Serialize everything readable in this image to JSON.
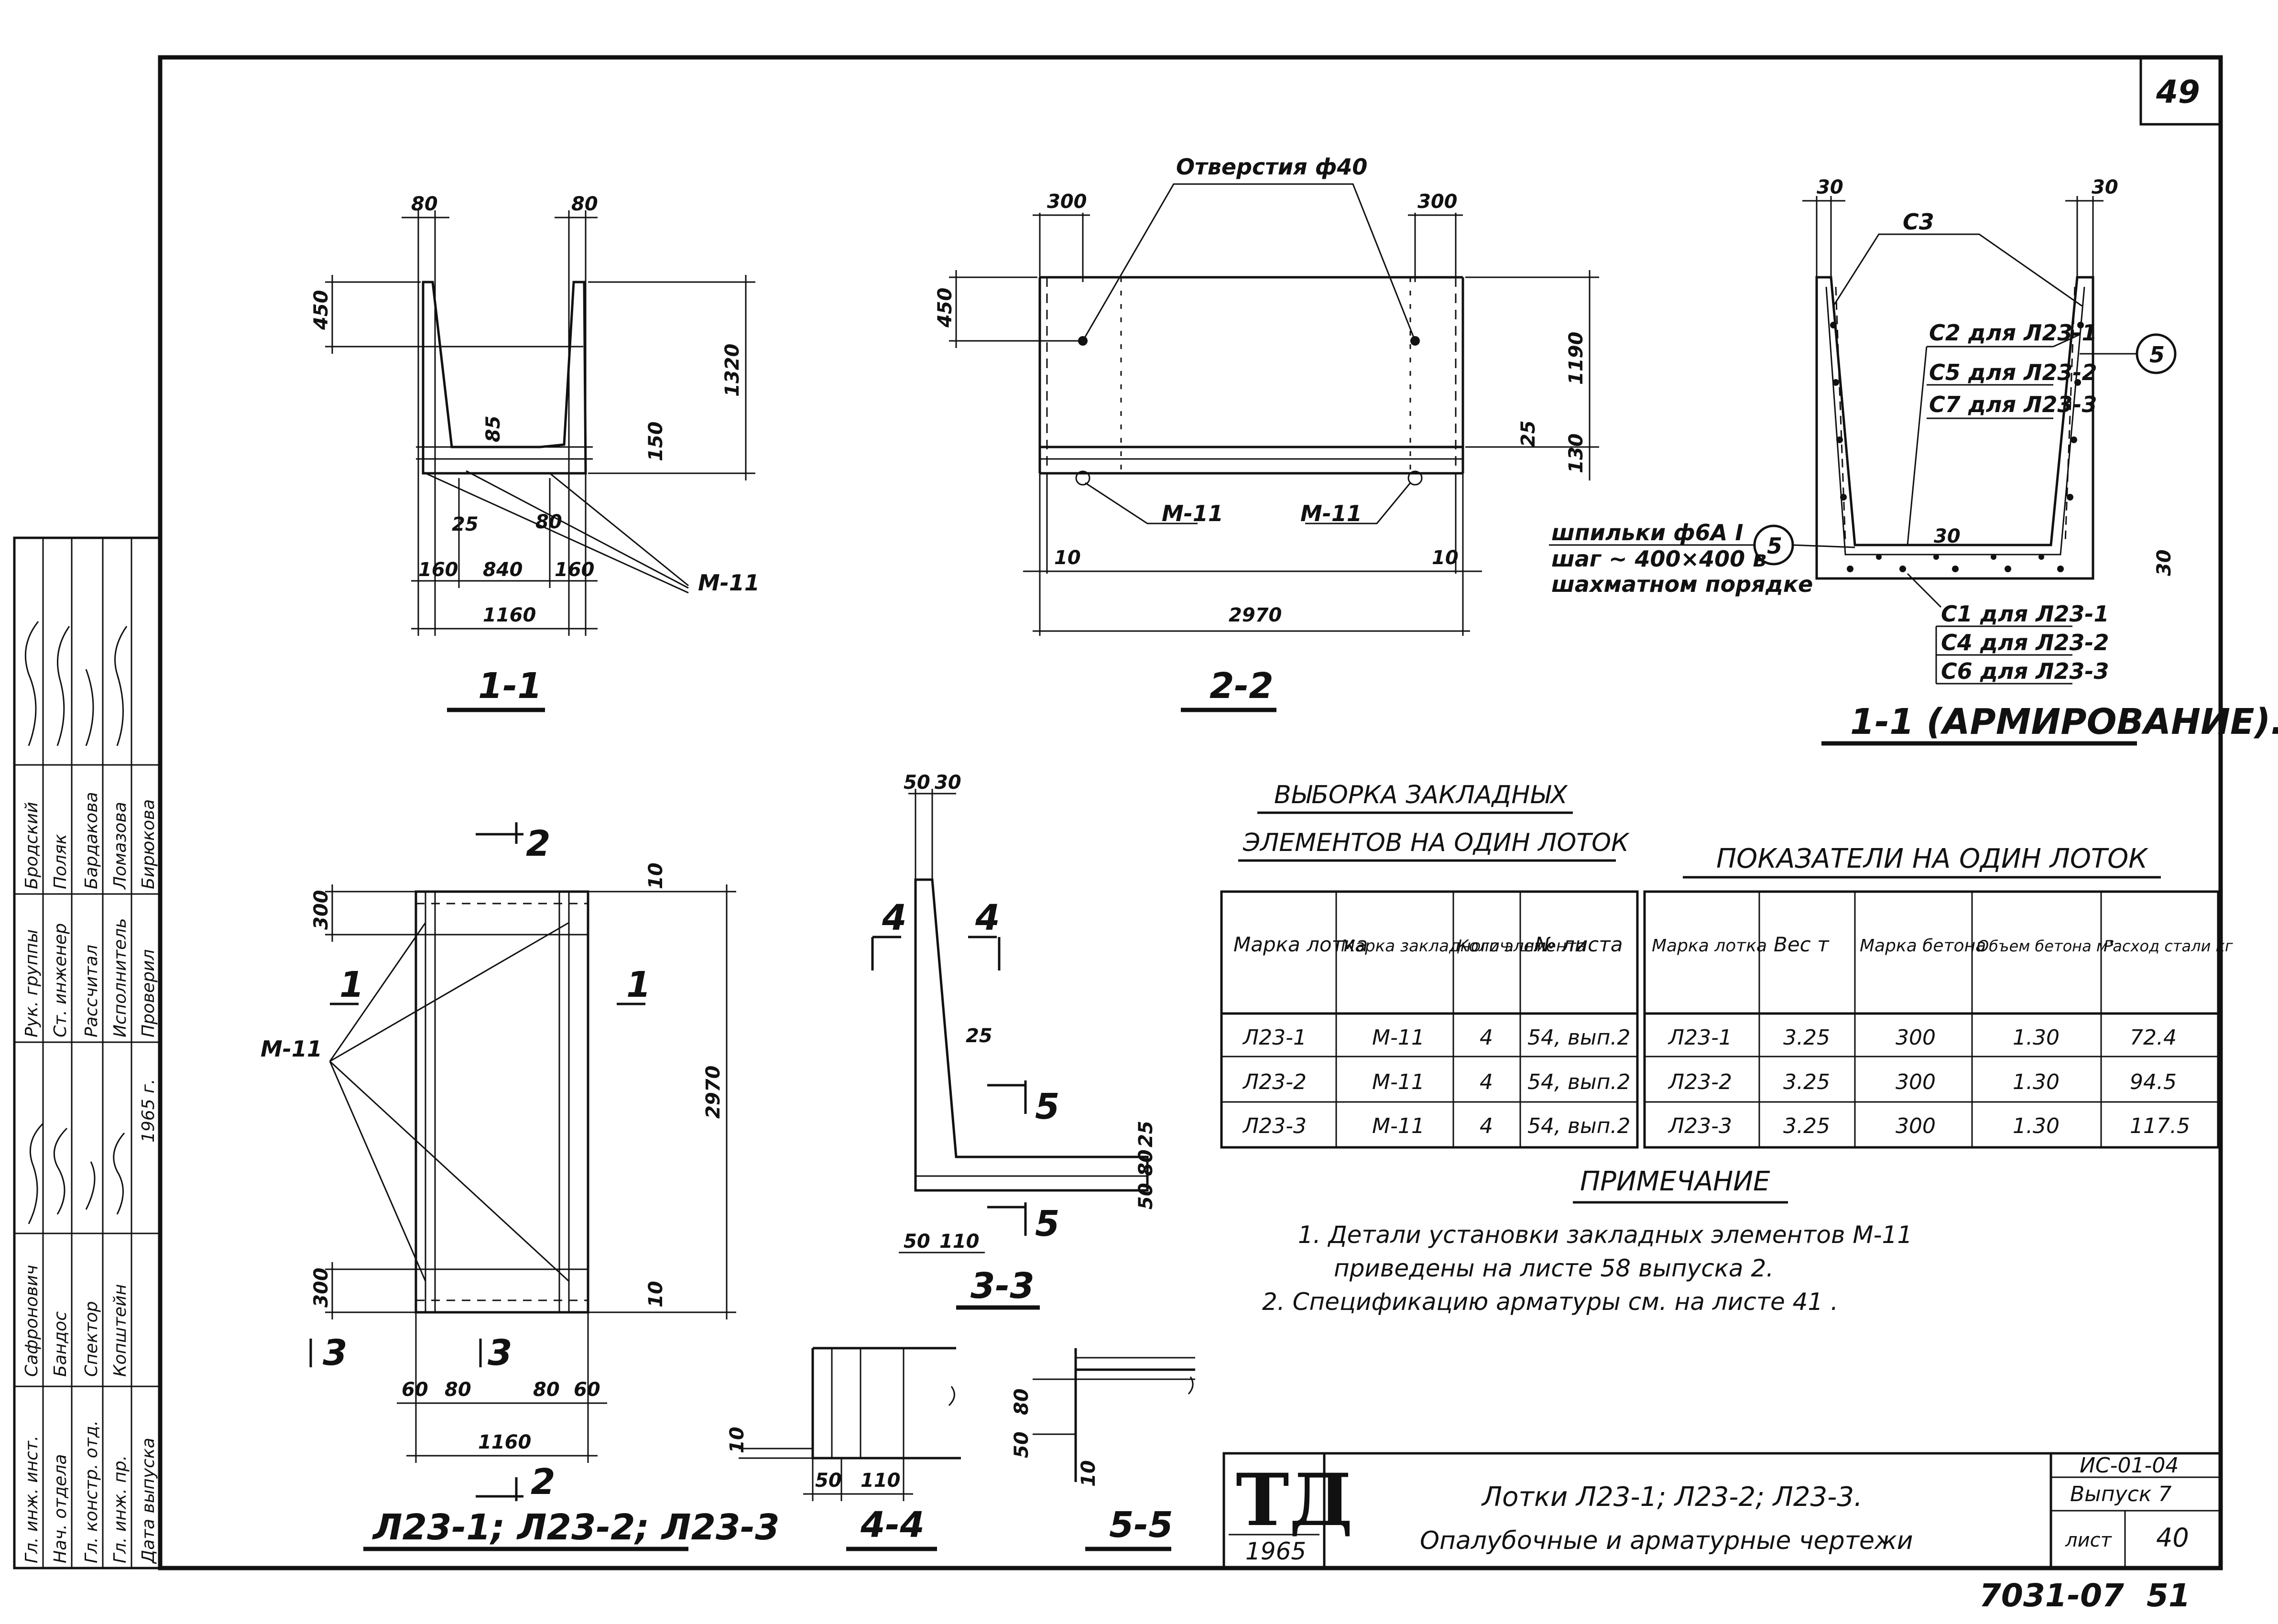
{
  "sheet": {
    "page_no": "49",
    "footer_code": "7031-07",
    "footer_page": "51"
  },
  "views": {
    "sec_1_1": "1-1",
    "sec_2_2": "2-2",
    "sec_1_1_arm": "1-1 (АРМИРОВАНИЕ).",
    "plan": "Л23-1; Л23-2; Л23-3",
    "sec_3_3": "3-3",
    "sec_4_4": "4-4",
    "sec_5_5": "5-5"
  },
  "labels": {
    "holes": "Отверстия ф40",
    "m11": "М-11",
    "c3": "С3",
    "c2": "С2 для Л23-1",
    "c5": "С5 для Л23-2",
    "c7": "С7 для Л23-3",
    "c1": "С1 для Л23-1",
    "c4": "С4 для Л23-2",
    "c6": "С6 для Л23-3",
    "pos5": "5",
    "studs1": "шпильки ф6А I",
    "studs2": "шаг ~ 400×400 в",
    "studs3": "шахматном порядке",
    "cut_2": "2",
    "cut_1": "1",
    "cut_3": "3",
    "cut_4": "4",
    "cut_5": "5"
  },
  "dims": {
    "s11_top_left": "80",
    "s11_top_right": "80",
    "s11_450": "450",
    "s11_1320": "1320",
    "s11_85": "85",
    "s11_150": "150",
    "s11_25": "25",
    "s11_80b": "80",
    "s11_160": "160",
    "s11_840": "840",
    "s11_160r": "160",
    "s11_1160": "1160",
    "s22_300l": "300",
    "s22_300r": "300",
    "s22_450": "450",
    "s22_1190": "1190",
    "s22_25": "25",
    "s22_130": "130",
    "s22_10l": "10",
    "s22_10r": "10",
    "s22_2970": "2970",
    "arm_30l": "30",
    "arm_30r": "30",
    "arm_30b": "30",
    "arm_30c": "30",
    "p_300t": "300",
    "p_10t": "10",
    "p_2970": "2970",
    "p_300b": "300",
    "p_10b": "10",
    "p_60l": "60",
    "p_80l": "80",
    "p_80r": "80",
    "p_60r": "60",
    "p_1160": "1160",
    "s33_50": "50",
    "s33_30": "30",
    "s33_25": "25",
    "s33_25b": "25",
    "s33_80": "80",
    "s33_50b": "50",
    "s33_50c": "50",
    "s33_110": "110",
    "s44_10": "10",
    "s44_50": "50",
    "s44_110": "110",
    "s55_80": "80",
    "s55_50": "50",
    "s55_10": "10"
  },
  "table_embedded": {
    "title1": "ВЫБОРКА ЗАКЛАДНЫХ",
    "title2": "ЭЛЕМЕНТОВ НА ОДИН ЛОТОК",
    "headers": [
      "Марка лотка",
      "Марка закладного элемента",
      "Колич. шт.",
      "№ листа"
    ],
    "rows": [
      [
        "Л23-1",
        "М-11",
        "4",
        "54, вып.2"
      ],
      [
        "Л23-2",
        "М-11",
        "4",
        "54, вып.2"
      ],
      [
        "Л23-3",
        "М-11",
        "4",
        "54, вып.2"
      ]
    ]
  },
  "table_indicators": {
    "title": "ПОКАЗАТЕЛИ НА ОДИН ЛОТОК",
    "headers": [
      "Марка лотка",
      "Вес т",
      "Марка бетона",
      "Объем бетона м³",
      "Расход стали кг"
    ],
    "rows": [
      [
        "Л23-1",
        "3.25",
        "300",
        "1.30",
        "72.4"
      ],
      [
        "Л23-2",
        "3.25",
        "300",
        "1.30",
        "94.5"
      ],
      [
        "Л23-3",
        "3.25",
        "300",
        "1.30",
        "117.5"
      ]
    ]
  },
  "notes": {
    "title": "ПРИМЕЧАНИЕ",
    "line1": "1. Детали установки закладных элементов М-11",
    "line2": "приведены на листе 58 выпуска 2.",
    "line3": "2. Спецификацию арматуры см. на листе 41 ."
  },
  "title_block": {
    "logo": "ТД",
    "year": "1965",
    "title1": "Лотки Л23-1; Л23-2; Л23-3.",
    "title2": "Опалубочные и арматурные чертежи",
    "series": "ИС-01-04",
    "issue": "Выпуск 7",
    "sheet_label": "лист",
    "sheet_no": "40"
  },
  "side_stamp": {
    "roles": [
      "Гл. инж. инст.",
      "Нач. отдела",
      "Гл. констр. отд.",
      "Гл. инж. пр.",
      "Дата выпуска"
    ],
    "names": [
      "Сафронович",
      "Бандос",
      "Спектор",
      "Копштейн"
    ],
    "date": "1965 г.",
    "roles2": [
      "Рук. группы",
      "Ст. инженер",
      "Рассчитал",
      "Исполнитель",
      "Проверил"
    ],
    "names2": [
      "Бродский",
      "Поляк",
      "Бардакова",
      "Ломазова",
      "Бирюкова"
    ]
  }
}
